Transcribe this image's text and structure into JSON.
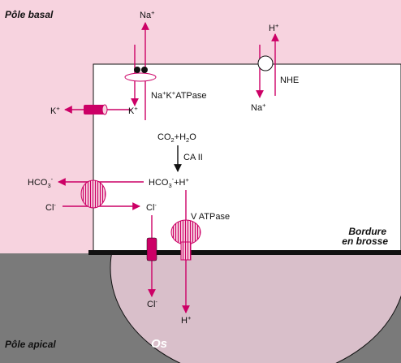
{
  "colors": {
    "basal_bg": "#f7d3df",
    "cell": "#ffffff",
    "apical_bg": "#7a7a7a",
    "bone": "#d9bfca",
    "arrow": "#cc0066",
    "channel": "#cc0066",
    "ink": "#111111"
  },
  "regions": {
    "basal": "Pôle basal",
    "apical": "Pôle apical",
    "brush_border_1": "Bordure",
    "brush_border_2": "en brosse",
    "bone": "Os"
  },
  "labels": {
    "na_top": {
      "base": "Na",
      "sup": "+"
    },
    "h_top": {
      "base": "H",
      "sup": "+"
    },
    "na_bottom": {
      "base": "Na",
      "sup": "+"
    },
    "nhe": "NHE",
    "pump": {
      "p1": "Na",
      "s1": "+",
      "p2": "K",
      "s2": "+",
      "p3": "ATPase"
    },
    "k_left": {
      "base": "K",
      "sup": "+"
    },
    "k_right": {
      "base": "K",
      "sup": "+"
    },
    "co2_h2o": {
      "p1": "CO",
      "s1": "2",
      "p2": "+H",
      "s2": "2",
      "p3": "O"
    },
    "ca2": "CA II",
    "hco3_left": {
      "p1": "HCO",
      "sub": "3",
      "sup": "-"
    },
    "hco3_h": {
      "p1": "HCO",
      "sub": "3",
      "sup": "-",
      "p2": "+H",
      "sup2": "+"
    },
    "cl_left": {
      "base": "Cl",
      "sup": "-"
    },
    "cl_mid": {
      "base": "Cl",
      "sup": "-"
    },
    "v_atpase": "V ATPase",
    "cl_bottom": {
      "base": "Cl",
      "sup": "-"
    },
    "h_bottom": {
      "base": "H",
      "sup": "+"
    }
  }
}
